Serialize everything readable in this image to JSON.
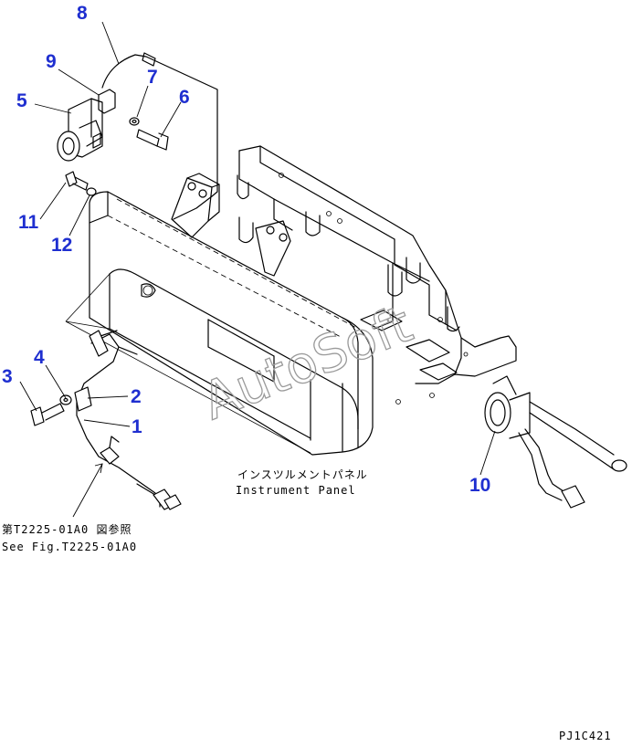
{
  "callouts": [
    {
      "id": "1",
      "label": "1"
    },
    {
      "id": "2",
      "label": "2"
    },
    {
      "id": "3",
      "label": "3"
    },
    {
      "id": "4",
      "label": "4"
    },
    {
      "id": "5",
      "label": "5"
    },
    {
      "id": "6",
      "label": "6"
    },
    {
      "id": "7",
      "label": "7"
    },
    {
      "id": "8",
      "label": "8"
    },
    {
      "id": "9",
      "label": "9"
    },
    {
      "id": "10",
      "label": "10"
    },
    {
      "id": "11",
      "label": "11"
    },
    {
      "id": "12",
      "label": "12"
    }
  ],
  "panel_label_jp": "インスツルメントパネル",
  "panel_label_en": "Instrument Panel",
  "ref_label_jp": "第T2225-01A0 図参照",
  "ref_label_en": "See Fig.T2225-01A0",
  "drawing_code": "PJ1C421",
  "watermark": "AutoSoft",
  "colors": {
    "callout": "#1f2fd0",
    "line": "#000000",
    "watermark": "#9a9a9a"
  }
}
